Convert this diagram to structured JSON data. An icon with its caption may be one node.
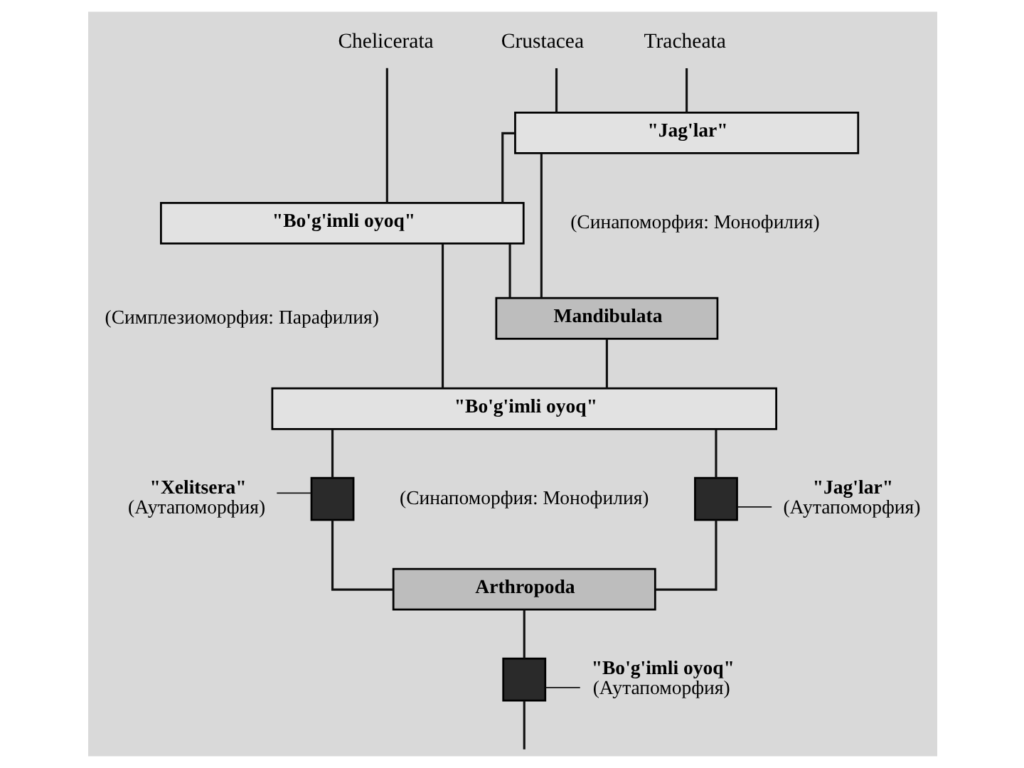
{
  "diagram": {
    "nodes": [
      {
        "text": [
          "Chelicerata"
        ]
      },
      {
        "text": [
          "Crustacea"
        ]
      },
      {
        "text": [
          "Tracheata"
        ]
      },
      {
        "text": [
          "\"Jag'lar\""
        ],
        "beside": [
          "(Синапоморфия: Монофилия)"
        ]
      },
      {
        "text": [
          "\"Bo'g'imli oyoq\""
        ],
        "beside": [
          "(Симплезиоморфия: Парафилия)"
        ]
      },
      {
        "text": [
          "Mandibulata"
        ]
      },
      {
        "text": [
          "\"Bo'g'imli oyoq\""
        ],
        "beside": [
          "(Синапоморфия: Монофилия)"
        ]
      },
      {
        "text": [],
        "shape": "box"
      },
      {
        "text": [],
        "shape": "box"
      },
      {
        "text": [
          "\"Xelitsera\"",
          "(Аутапоморфия)"
        ]
      },
      {
        "text": [
          "\"Jag'lar\"",
          "(Аутапоморфия)"
        ]
      },
      {
        "text": [
          "Arthropoda"
        ]
      },
      {
        "text": [],
        "shape": "box"
      },
      {
        "text": [
          "\"Bo'g'imli oyoq\"",
          "(Аутапоморфия)"
        ]
      }
    ],
    "edges": [
      {
        "from": 0,
        "to": 4,
        "arrow": "none"
      },
      {
        "from": 1,
        "to": 3,
        "arrow": "none"
      },
      {
        "from": 2,
        "to": 3,
        "arrow": "none"
      },
      {
        "from": 3,
        "to": 4,
        "arrow": "none"
      },
      {
        "from": 3,
        "to": 5,
        "arrow": "none"
      },
      {
        "from": 4,
        "to": 5,
        "arrow": "none"
      },
      {
        "from": 4,
        "to": 6,
        "arrow": "none"
      },
      {
        "from": 5,
        "to": 6,
        "arrow": "none"
      },
      {
        "from": 6,
        "to": 7,
        "arrow": "none"
      },
      {
        "from": 6,
        "to": 8,
        "arrow": "none"
      },
      {
        "from": 9,
        "to": 7,
        "arrow": "none"
      },
      {
        "from": 10,
        "to": 8,
        "arrow": "none"
      },
      {
        "from": 7,
        "to": 11,
        "arrow": "none"
      },
      {
        "from": 8,
        "to": 11,
        "arrow": "none"
      },
      {
        "from": 11,
        "to": 12,
        "arrow": "none"
      },
      {
        "from": 13,
        "to": 12,
        "arrow": "none"
      },
      {
        "from": 12,
        "to": null,
        "arrow": "none"
      }
    ]
  }
}
